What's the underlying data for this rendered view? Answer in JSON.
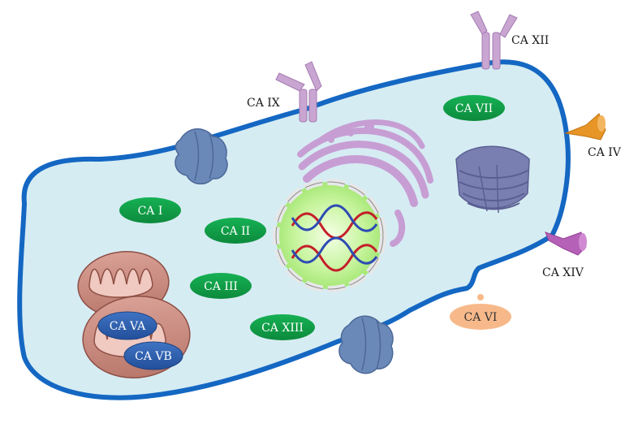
{
  "labels": {
    "ca_xii": "CA XII",
    "ca_ix": "CA IX",
    "ca_vii": "CA VII",
    "ca_iv": "CA IV",
    "ca_i": "CA I",
    "ca_ii": "CA II",
    "ca_iii": "CA III",
    "ca_xiv": "CA XIV",
    "ca_vi": "CA VI",
    "ca_va": "CA VA",
    "ca_vb": "CA VB",
    "ca_xiii": "CA XIII"
  },
  "colors": {
    "membrane": "#1467c2",
    "cytoplasm": "#d6ecf3",
    "cytosolic_ca": "#0f9a45",
    "mitochondrial_ca": "#2f5fae",
    "ca_vi": "#f7b98a",
    "receptor": "#c9a5d1",
    "ca_iv": "#e79527",
    "ca_xiv": "#b561b7",
    "channel": "#6a88b8",
    "golgi": "#c79ed4",
    "proteasome": "#7a7fb1",
    "nucleus": "#b7f08c",
    "mitochondria": "#cc8f84"
  }
}
